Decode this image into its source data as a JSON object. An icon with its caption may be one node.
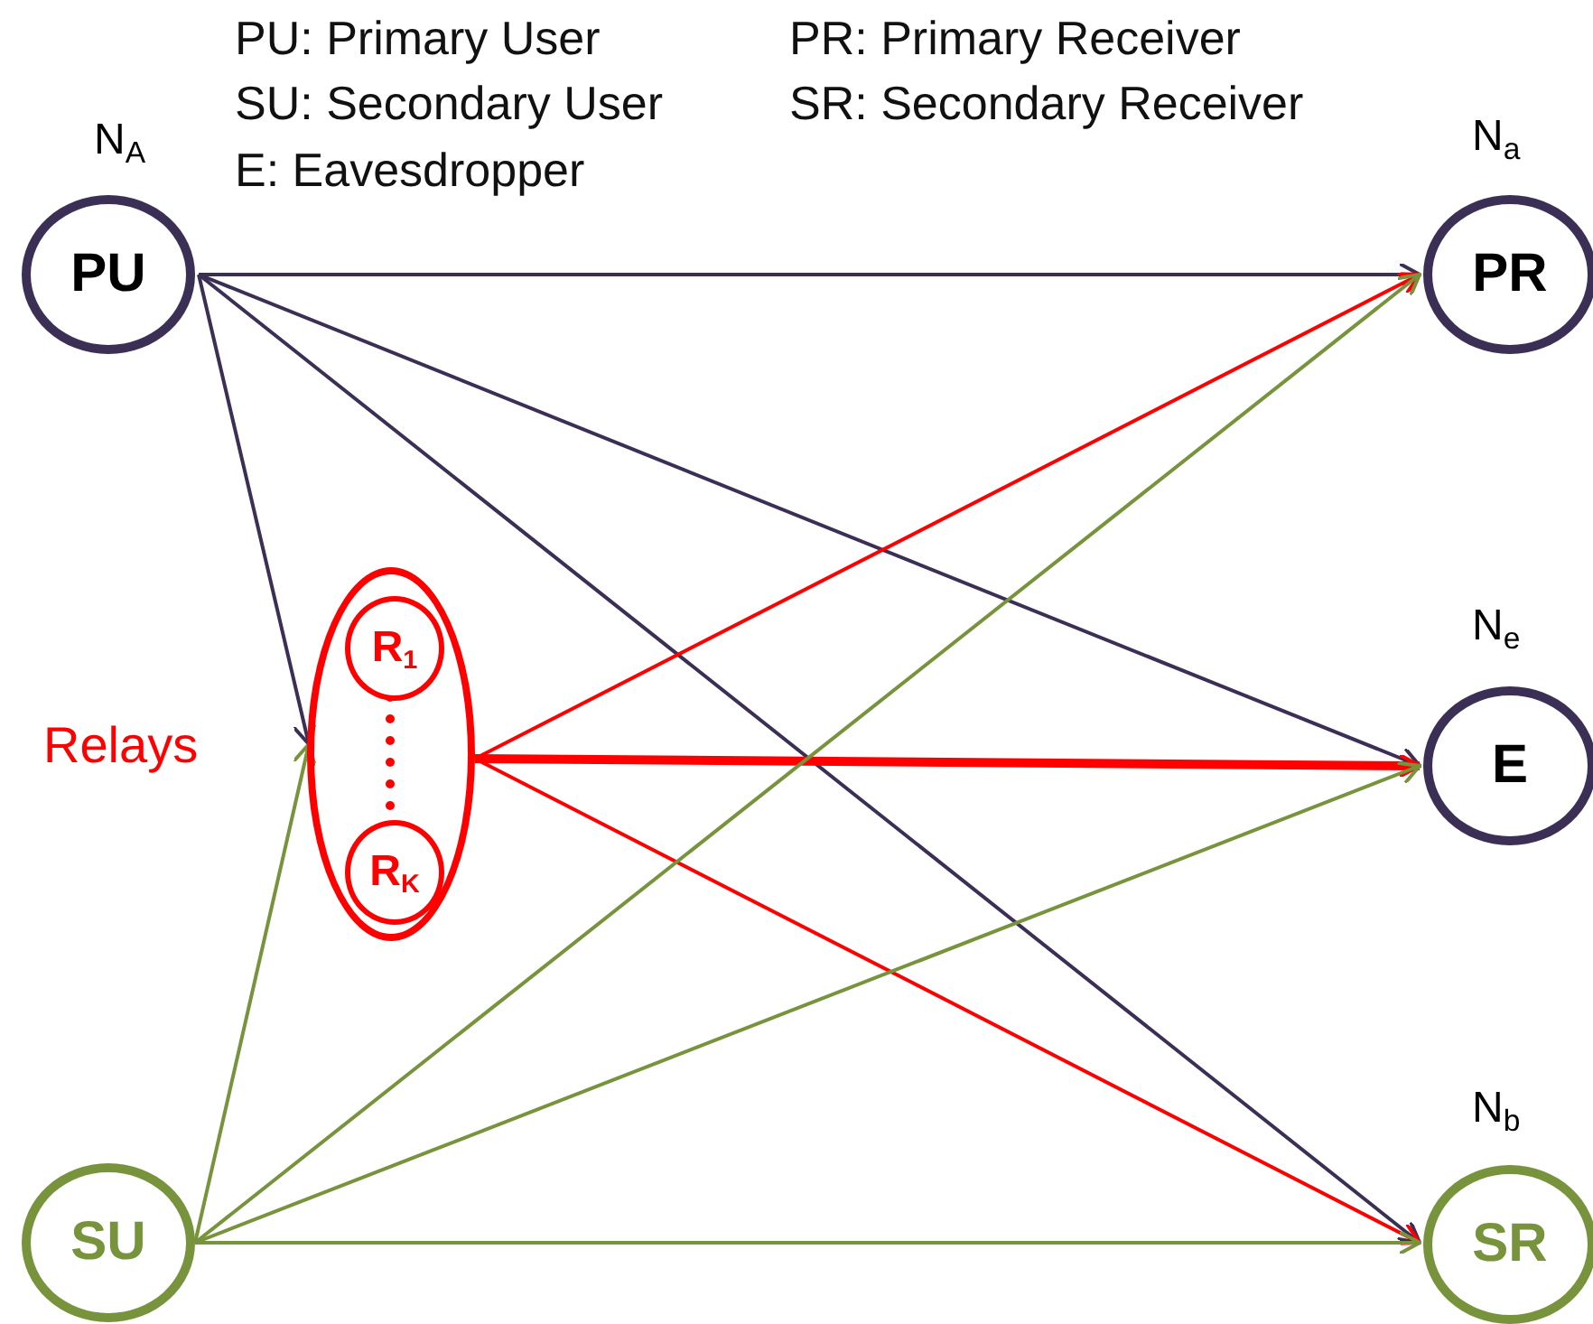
{
  "diagram": {
    "nodes": [
      {
        "text": [
          "PU"
        ],
        "beside": [
          "N$_{A}$"
        ]
      },
      {
        "text": [
          "PR"
        ],
        "beside": [
          "N$_{a}$"
        ]
      },
      {
        "text": [],
        "shape": "ellipse",
        "beside": [
          "Relays"
        ]
      },
      {
        "text": [
          "R$_{1}$"
        ],
        "in": 2
      },
      {
        "text": [
          "R$_{K}$"
        ],
        "in": 2
      },
      {
        "text": [
          "E"
        ],
        "beside": [
          "N$_{e}$"
        ]
      },
      {
        "text": [
          "SU"
        ]
      },
      {
        "text": [
          "SR"
        ],
        "beside": [
          "N$_{b}$"
        ]
      }
    ],
    "edges": [
      {
        "from": 0,
        "to": 1,
        "arrow": "to",
        "color": "#3b2f55"
      },
      {
        "from": 0,
        "to": 5,
        "arrow": "to",
        "color": "#3b2f55"
      },
      {
        "from": 0,
        "to": 7,
        "arrow": "to",
        "color": "#3b2f55"
      },
      {
        "from": 0,
        "to": 2,
        "arrow": "to",
        "color": "#3b2f55"
      },
      {
        "from": 2,
        "to": 1,
        "arrow": "to",
        "color": "#ff0000"
      },
      {
        "from": 2,
        "to": 5,
        "arrow": "to",
        "color": "#ff0000",
        "style": "thick"
      },
      {
        "from": 2,
        "to": 7,
        "arrow": "to",
        "color": "#ff0000"
      },
      {
        "from": 3,
        "to": 4,
        "arrow": "none",
        "color": "#ff0000",
        "style": "dashed"
      },
      {
        "from": 6,
        "to": 2,
        "arrow": "to",
        "color": "#77933c"
      },
      {
        "from": 6,
        "to": 1,
        "arrow": "to",
        "color": "#77933c"
      },
      {
        "from": 6,
        "to": 5,
        "arrow": "to",
        "color": "#77933c"
      },
      {
        "from": 6,
        "to": 7,
        "arrow": "to",
        "color": "#77933c"
      }
    ],
    "labels": [
      "PU: Primary User",
      "PR: Primary Receiver",
      "SU: Secondary User",
      "SR: Secondary Receiver",
      "E: Eavesdropper"
    ]
  }
}
